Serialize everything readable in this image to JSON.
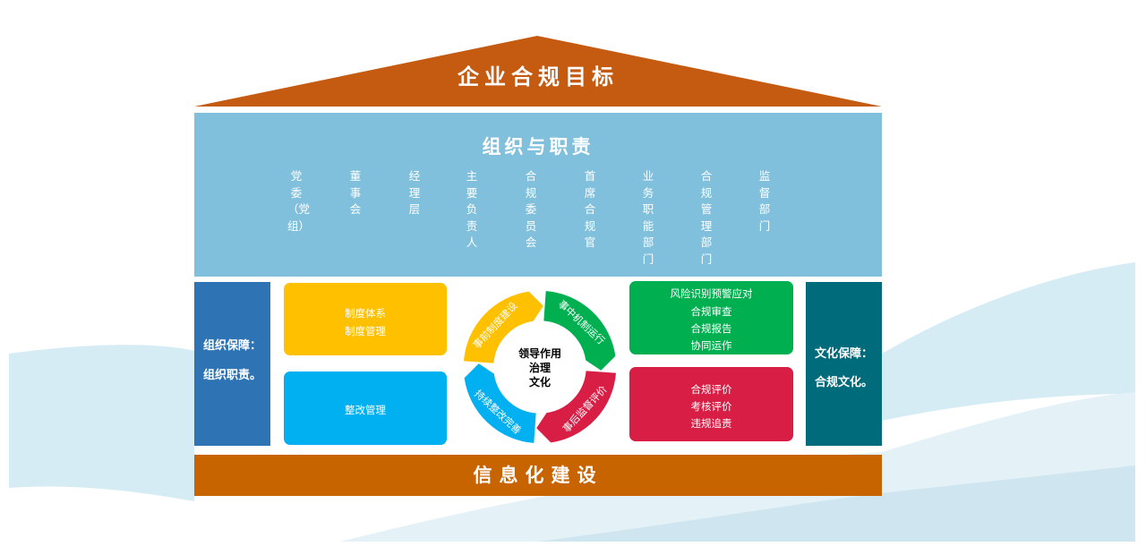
{
  "roof": {
    "title": "企业合规目标",
    "color": "#c55a11"
  },
  "organization": {
    "title": "组织与职责",
    "columns": [
      "党委（党组）",
      "董事会",
      "经理层",
      "主要负责人",
      "合规委员会",
      "首席合规官",
      "业务职能部门",
      "合规管理部门",
      "监督部门"
    ]
  },
  "left_pillar": {
    "line1": "组织保障：",
    "line2": "组织职责。"
  },
  "right_pillar": {
    "line1": "文化保障：",
    "line2": "合规文化。"
  },
  "boxes": {
    "institution": {
      "items": [
        "制度体系",
        "制度管理"
      ],
      "color": "#ffc000"
    },
    "rectification": {
      "items": [
        "整改管理"
      ],
      "color": "#00b0f0"
    },
    "mechanism": {
      "items": [
        "风险识别预警应对",
        "合规审查",
        "合规报告",
        "协同运作"
      ],
      "color": "#00b050"
    },
    "evaluation": {
      "items": [
        "合规评价",
        "考核评价",
        "违规追责"
      ],
      "color": "#d81e45"
    }
  },
  "cycle": {
    "segments": [
      {
        "label": "事前制度建设",
        "color": "#ffc000"
      },
      {
        "label": "事中机制运行",
        "color": "#00b050"
      },
      {
        "label": "事后监督评价",
        "color": "#d81e45"
      },
      {
        "label": "持续整改完善",
        "color": "#00b0f0"
      }
    ],
    "center": [
      "领导作用",
      "治理",
      "文化"
    ]
  },
  "bottom": {
    "title": "信息化建设"
  }
}
